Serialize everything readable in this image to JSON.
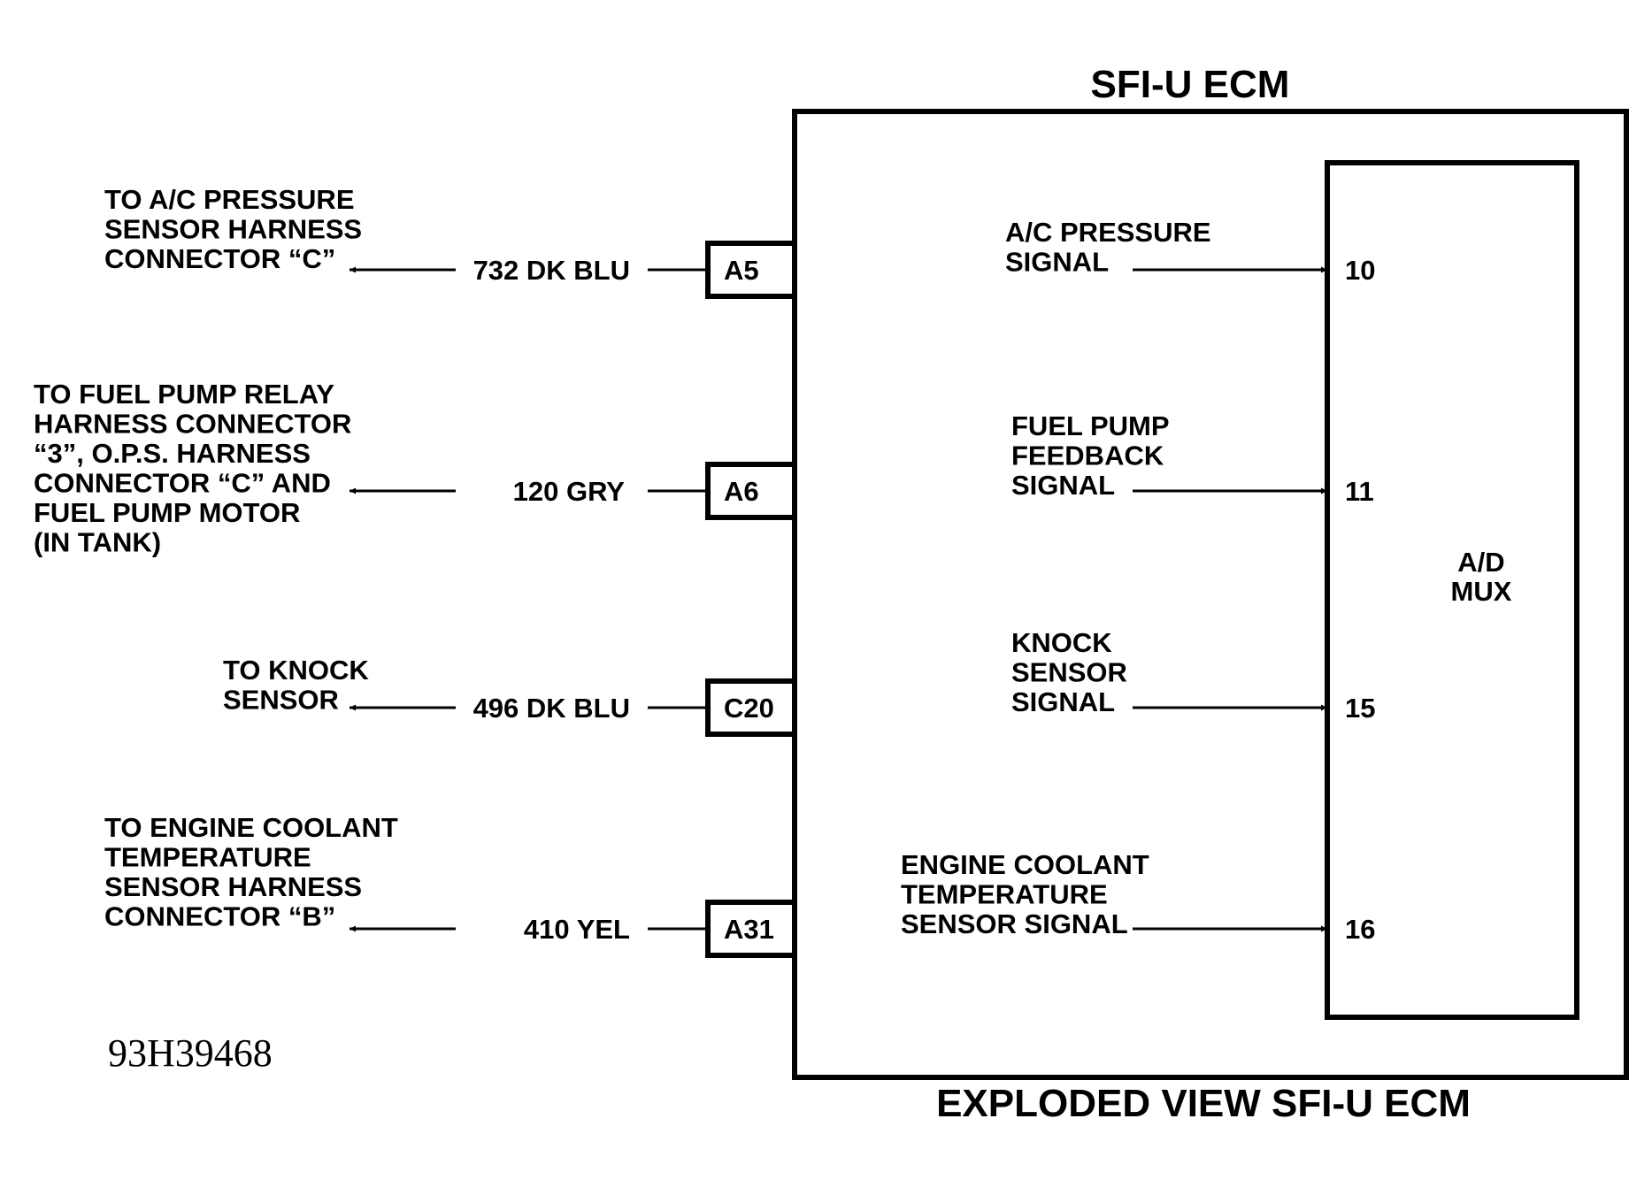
{
  "ecm_title": "SFI-U ECM",
  "footer_title": "EXPLODED VIEW SFI-U ECM",
  "figure_code": "93H39468",
  "mux_label": [
    "A/D",
    "MUX"
  ],
  "circuits": [
    {
      "pin": "A5",
      "wire": "732 DK BLU",
      "destination": [
        "TO A/C PRESSURE",
        "SENSOR HARNESS",
        "CONNECTOR “C”"
      ],
      "signal": [
        "A/C PRESSURE",
        "SIGNAL"
      ],
      "mux_input": "10"
    },
    {
      "pin": "A6",
      "wire": "120 GRY",
      "destination": [
        "TO FUEL PUMP RELAY",
        "HARNESS CONNECTOR",
        "“3”, O.P.S. HARNESS",
        "CONNECTOR “C” AND",
        "FUEL PUMP MOTOR",
        "(IN TANK)"
      ],
      "signal": [
        "FUEL PUMP",
        "FEEDBACK",
        "SIGNAL"
      ],
      "mux_input": "11"
    },
    {
      "pin": "C20",
      "wire": "496 DK BLU",
      "destination": [
        "TO KNOCK",
        "SENSOR"
      ],
      "signal": [
        "KNOCK",
        "SENSOR",
        "SIGNAL"
      ],
      "mux_input": "15"
    },
    {
      "pin": "A31",
      "wire": "410 YEL",
      "destination": [
        "TO ENGINE COOLANT",
        "TEMPERATURE",
        "SENSOR HARNESS",
        "CONNECTOR “B”"
      ],
      "signal": [
        "ENGINE COOLANT",
        "TEMPERATURE",
        "SENSOR SIGNAL"
      ],
      "mux_input": "16"
    }
  ]
}
